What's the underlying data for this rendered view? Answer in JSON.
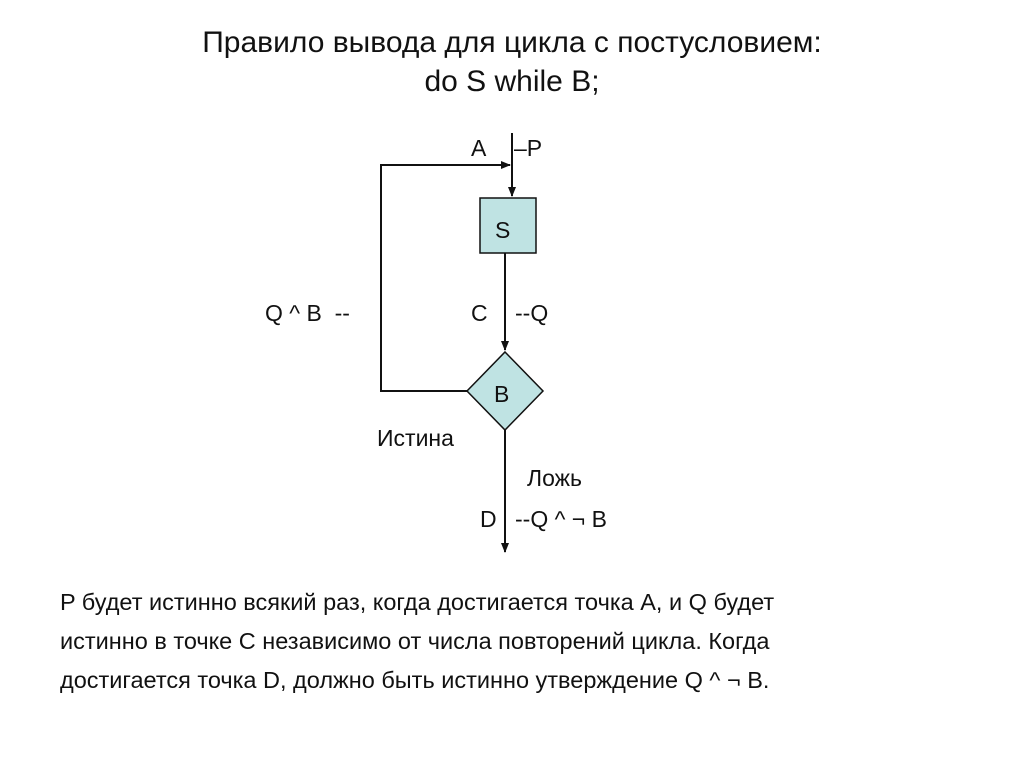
{
  "title": {
    "line1": "Правило вывода для цикла с постусловием:",
    "line2": "do S  while  B;"
  },
  "diagram": {
    "point_a": "A",
    "precondition": "–P",
    "block_s": "S",
    "point_c": "C",
    "invariant_c": "--Q",
    "loop_back_label": "Q ^ B  --",
    "block_b": "B",
    "true_branch": "Истина",
    "false_branch": "Ложь",
    "point_d": "D",
    "postcondition": "--Q ^ ¬ B",
    "colors": {
      "block_fill": "#bfe3e3",
      "stroke": "#111111"
    }
  },
  "caption": {
    "line1": "P будет истинно всякий раз, когда достигается точка A, и Q будет",
    "line2": "истинно в точке C независимо от числа повторений цикла. Когда",
    "line3": "достигается точка D, должно быть истинно утверждение Q ^ ¬ B."
  }
}
